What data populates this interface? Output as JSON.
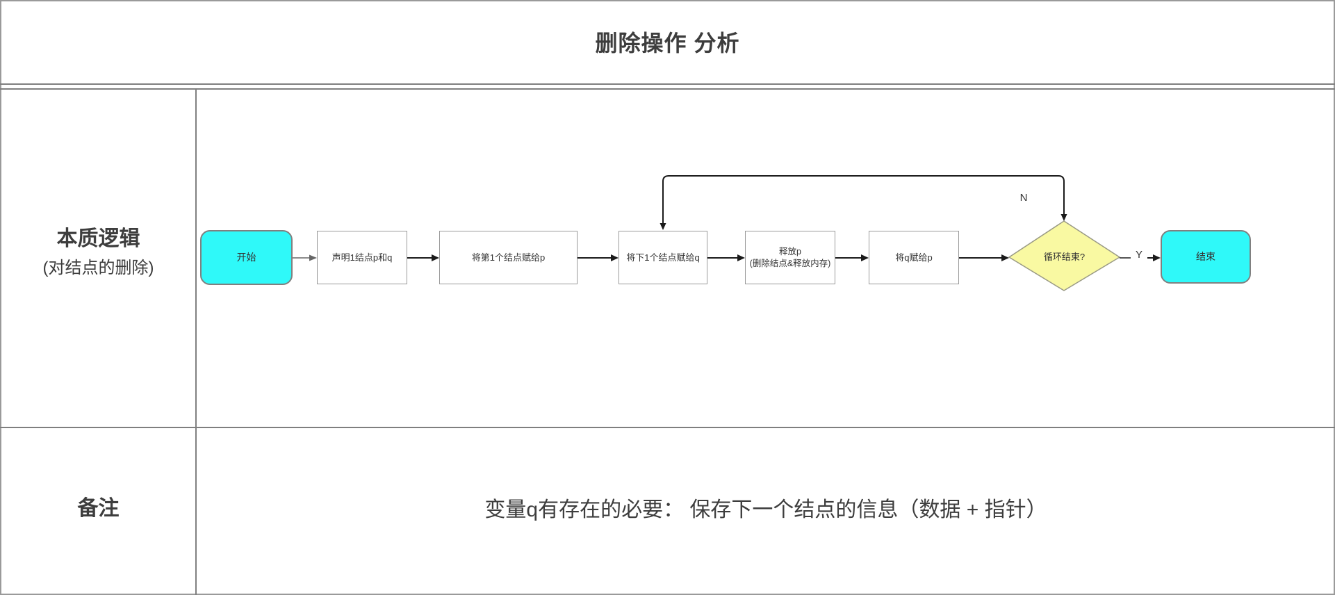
{
  "title": "删除操作 分析",
  "table": {
    "row1": {
      "label": "本质逻辑",
      "sublabel": "(对结点的删除)"
    },
    "row2": {
      "label": "备注",
      "note": "变量q有存在的必要： 保存下一个结点的信息（数据 + 指针）"
    }
  },
  "flowchart": {
    "nodes": [
      {
        "id": "start",
        "type": "terminal",
        "label": "开始"
      },
      {
        "id": "declare",
        "type": "process",
        "label": "声明1结点p和q"
      },
      {
        "id": "assign-first",
        "type": "process",
        "label": "将第1个结点赋给p"
      },
      {
        "id": "assign-next",
        "type": "process",
        "label": "将下1个结点赋给q"
      },
      {
        "id": "free",
        "type": "process",
        "label": "释放p",
        "label2": "(删除结点&释放内存)"
      },
      {
        "id": "assign-q",
        "type": "process",
        "label": "将q赋给p"
      },
      {
        "id": "loop-check",
        "type": "decision",
        "label": "循环结束?"
      },
      {
        "id": "end",
        "type": "terminal",
        "label": "结束"
      }
    ],
    "branch_labels": {
      "yes": "Y",
      "no": "N"
    }
  },
  "colors": {
    "terminal_fill": "#2ff9f9",
    "decision_fill": "#f9f9a2",
    "node_border": "#999999",
    "terminal_border": "#808080",
    "grid_line": "#7f7f7f",
    "arrow": "#1a1a1a",
    "arrow_gray": "#666666",
    "text": "#3d3d3d"
  }
}
